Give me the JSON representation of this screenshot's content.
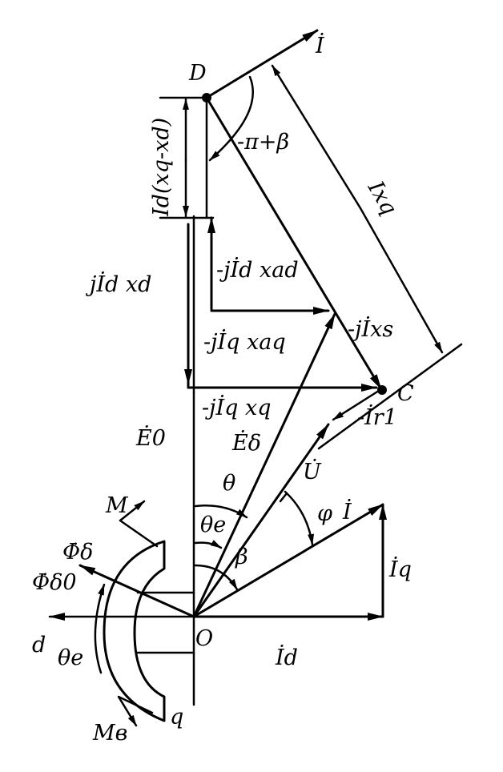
{
  "labels": {
    "D": "D",
    "C": "C",
    "O": "O",
    "d_axis": "d",
    "q_axis": "q",
    "I_top": "İ",
    "I_vec": "İ",
    "Iq": "İq",
    "Id": "İd",
    "U": "U̇",
    "E0": "Ė0",
    "Edelta": "Ėδ",
    "theta": "θ",
    "theta_e": "θe",
    "theta_e_rotor": "θe",
    "phi": "φ",
    "beta": "β",
    "pi_beta": "-π+β",
    "Ixq": "Ixq",
    "Id_xq_xd": "Id(xq-xd)",
    "jIdxd": "jİd xd",
    "jIdxad": "-jİd xad",
    "jIqxaq": "-jİq xaq",
    "jIxs": "-jİxs",
    "jIqxq": "-jİq xq",
    "Ir1": "-İr1",
    "Phi_delta": "Φ̇δ",
    "Phi_delta0": "Φ̇δ0",
    "M": "M",
    "Mv": "Mв"
  }
}
